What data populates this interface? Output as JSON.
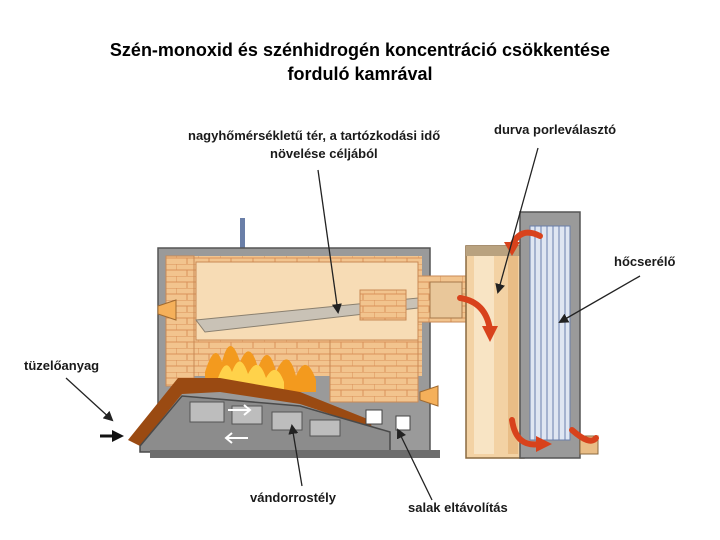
{
  "title": {
    "line1": "Szén-monoxid és szénhidrogén koncentráció csökkentése",
    "line2": "forduló kamrával"
  },
  "labels": {
    "chamber_line1": "nagyhőmérsékletű tér, a tartózkodási idő",
    "chamber_line2": "növelése céljából",
    "dust_separator": "durva porleválasztó",
    "heat_exchanger": "hőcserélő",
    "fuel": "tüzelőanyag",
    "grate": "vándorrostély",
    "slag": "salak eltávolítás"
  },
  "colors": {
    "brick": "#f2c48e",
    "brick_line": "#d9925a",
    "steel": "#7a7a7a",
    "flame": "#f39a1e",
    "flow_arrow": "#d8421c",
    "fuel_bed": "#9a4a12"
  }
}
